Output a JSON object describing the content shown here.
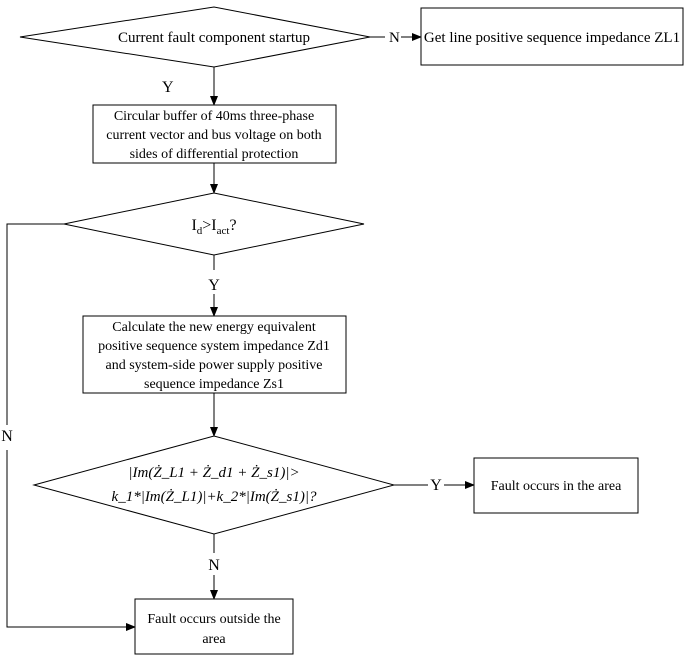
{
  "nodes": {
    "startup": {
      "label": "Current fault component startup"
    },
    "get_impedance": {
      "label": "Get line positive sequence impedance ZL1"
    },
    "buffer": {
      "lines": [
        "Circular buffer of 40ms three-phase",
        "current vector and bus voltage on both",
        "sides of differential protection"
      ]
    },
    "id_check": {
      "id_main": "I",
      "id_sub": "d",
      "op": ">",
      "iact_main": "I",
      "iact_sub": "act",
      "suffix": "?"
    },
    "calculate": {
      "lines": [
        "Calculate the new energy equivalent",
        "positive sequence system impedance Zd1",
        "and system-side power supply positive",
        "sequence impedance Zs1"
      ]
    },
    "im_check": {
      "line1": "|Im(Ż_L1 + Ż_d1 + Ż_s1)|>",
      "line2": "k_1*|Im(Ż_L1)|+k_2*|Im(Ż_s1)|?"
    },
    "inside": {
      "label": "Fault occurs in the area"
    },
    "outside": {
      "lines": [
        "Fault occurs outside the",
        "area"
      ]
    }
  },
  "edge_labels": {
    "startup_no": "N",
    "startup_yes": "Y",
    "id_yes": "Y",
    "id_no": "N",
    "im_yes": "Y",
    "im_no": "N"
  }
}
